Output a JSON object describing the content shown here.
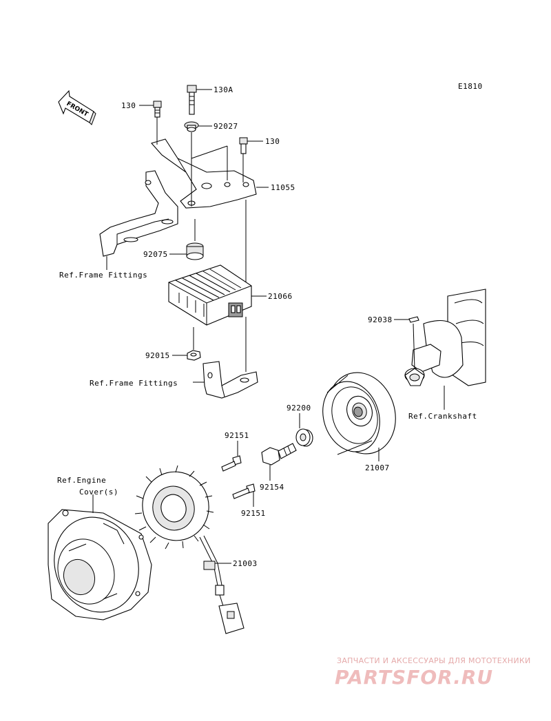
{
  "diagram_code": "E1810",
  "front_arrow": "FRONT",
  "labels": {
    "p130_left": "130",
    "p130A": "130A",
    "p92027": "92027",
    "p130_right": "130",
    "p11055": "11055",
    "ref_frame_top": "Ref.Frame Fittings",
    "p92075": "92075",
    "p21066": "21066",
    "p92015": "92015",
    "ref_frame_bottom": "Ref.Frame Fittings",
    "p92038": "92038",
    "ref_crankshaft": "Ref.Crankshaft",
    "p92200": "92200",
    "p21007": "21007",
    "p92151_top": "92151",
    "p92154": "92154",
    "ref_engine_1": "Ref.Engine",
    "ref_engine_2": "Cover(s)",
    "p92151_bottom": "92151",
    "p21003": "21003"
  },
  "watermark": {
    "tagline": "ЗАПЧАСТИ И АКСЕССУАРЫ ДЛЯ МОТОТЕХНИКИ",
    "brand": "PARTSFOR.RU"
  }
}
